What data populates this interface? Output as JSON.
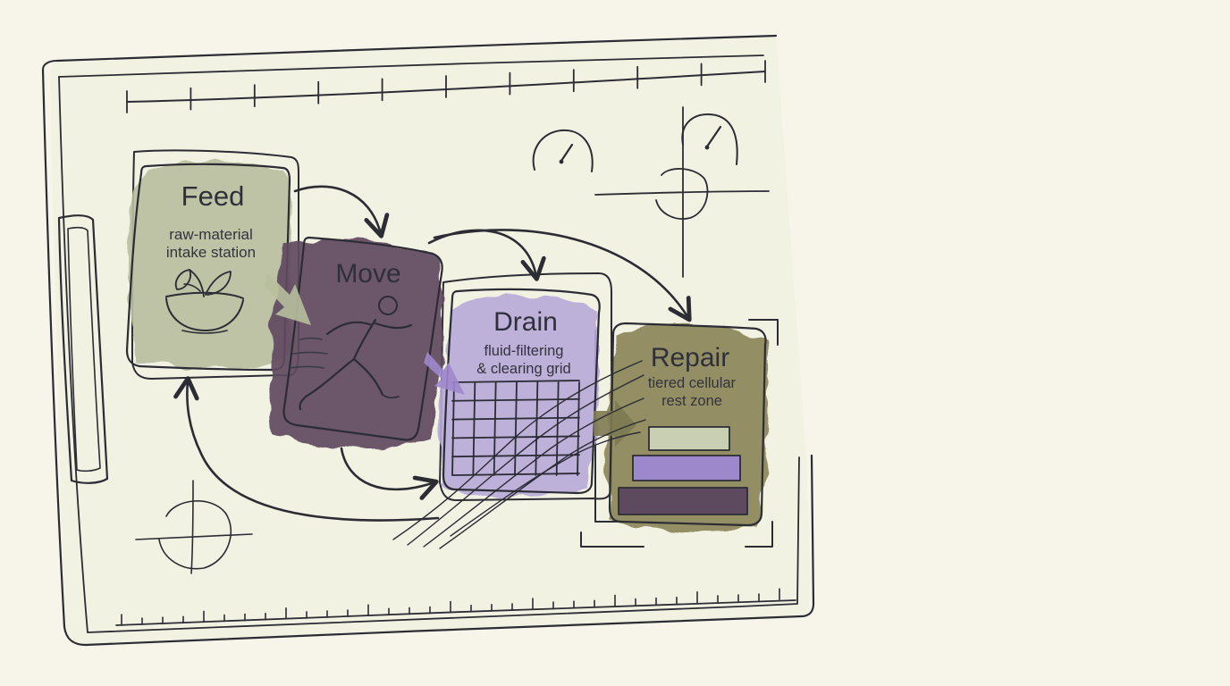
{
  "stations": [
    {
      "id": "feed",
      "title": "Feed",
      "lines": [
        "raw-material",
        "intake station"
      ],
      "color": "#b7bf9d",
      "icon": "bowl-with-leaves-icon"
    },
    {
      "id": "move",
      "title": "Move",
      "lines": [],
      "color": "#5e4a5f",
      "icon": "running-figure-icon"
    },
    {
      "id": "drain",
      "title": "Drain",
      "lines": [
        "fluid-filtering",
        "& clearing grid"
      ],
      "color": "#b8a8d8",
      "icon": "filter-grid-icon"
    },
    {
      "id": "repair",
      "title": "Repair",
      "lines": [
        "tiered cellular",
        "rest zone"
      ],
      "color": "#8b8658",
      "icon": "stacked-tiers-icon"
    }
  ],
  "tiers": [
    {
      "color": "#c9cfb2"
    },
    {
      "color": "#9e88cc"
    },
    {
      "color": "#5e4a5f"
    }
  ],
  "colors": {
    "paper": "#f7f5e9",
    "ink": "#2c2c35",
    "frame": "#e9e8d7"
  }
}
